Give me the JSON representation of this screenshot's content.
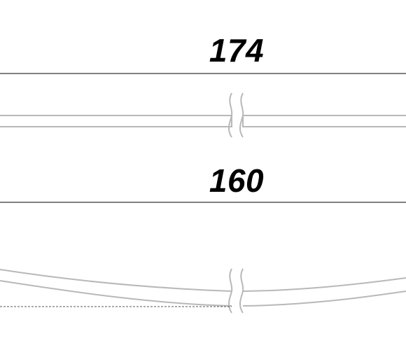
{
  "drawing": {
    "top_profile": {
      "dimension_label": "174",
      "shape": "straight"
    },
    "bottom_profile": {
      "dimension_label": "160",
      "shape": "curved"
    }
  },
  "colors": {
    "dimension_line": "#000000",
    "profile_outline": "#b8b8b8",
    "reference_line": "#555555",
    "label_text": "#000000"
  }
}
